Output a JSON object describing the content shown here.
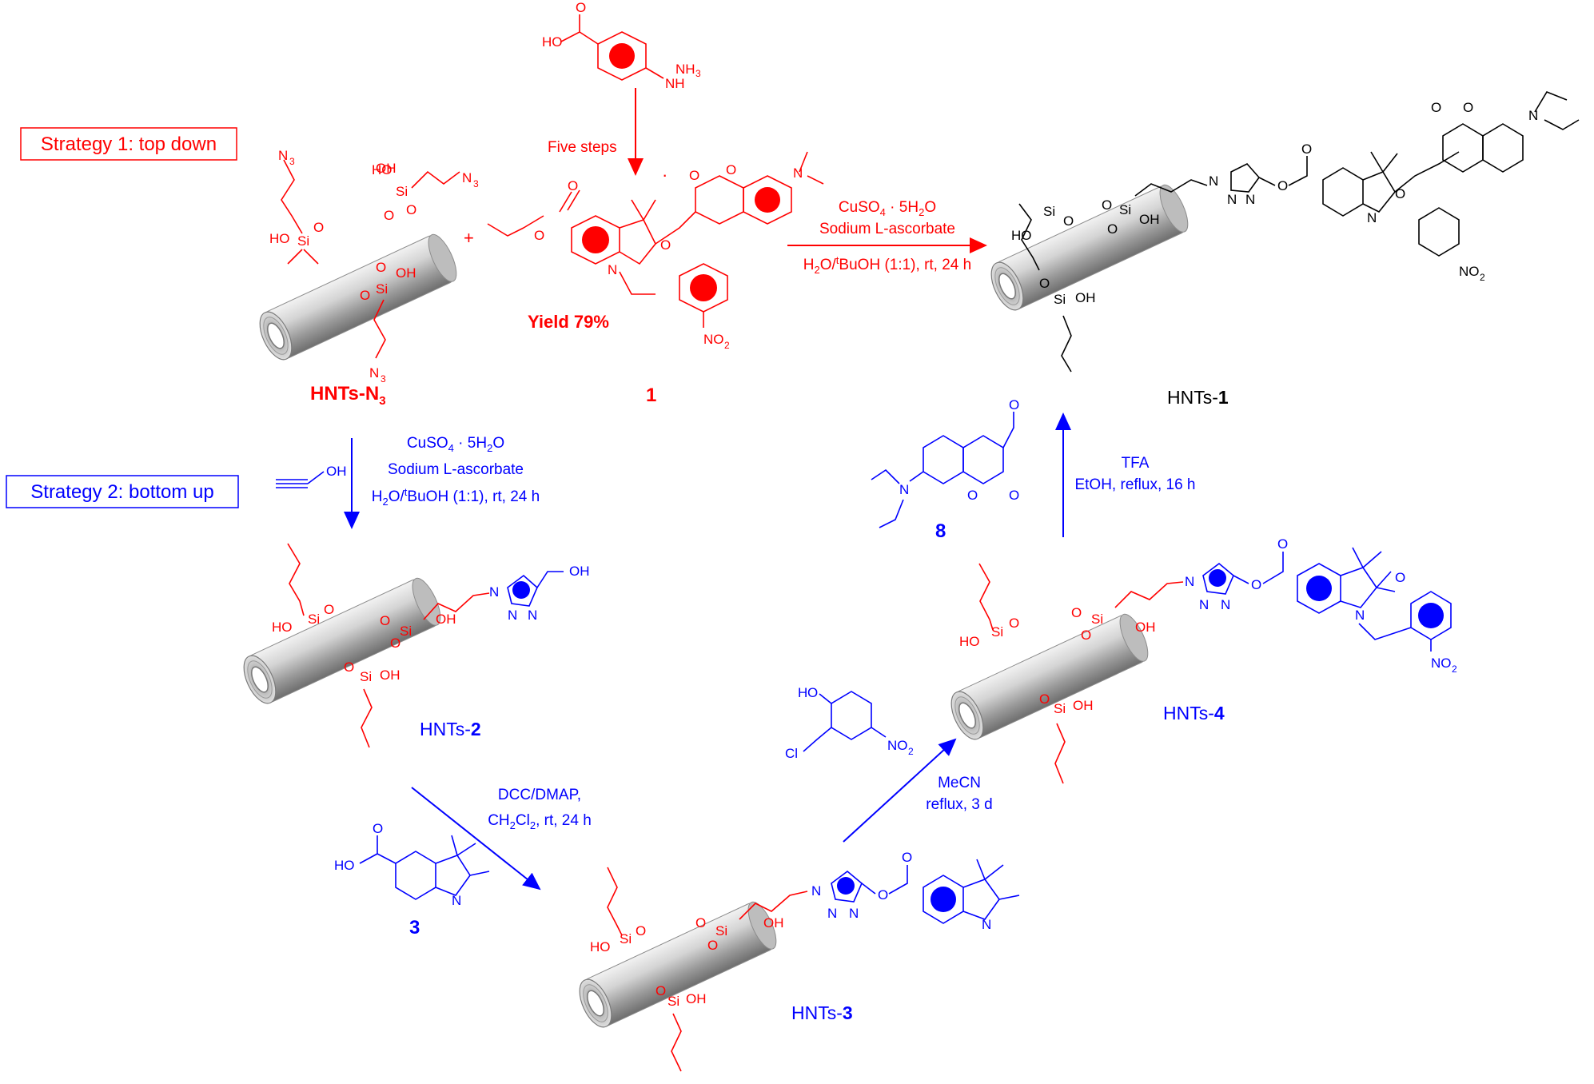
{
  "strategies": {
    "s1": "Strategy 1: top down",
    "s2": "Strategy 2: bottom up"
  },
  "compounds": {
    "hnts_n3": "HNTs-N",
    "hnts_n3_sub": "3",
    "c1": "1",
    "yield": "Yield 79%",
    "hnts1_prefix": "HNTs-",
    "hnts1_num": "1",
    "hnts2_prefix": "HNTs-",
    "hnts2_num": "2",
    "hnts3_prefix": "HNTs-",
    "hnts3_num": "3",
    "hnts4_prefix": "HNTs-",
    "hnts4_num": "4",
    "c3": "3",
    "c8": "8"
  },
  "conditions": {
    "five_steps": "Five steps",
    "s1_cat": "CuSO",
    "s1_cat_sub": "4",
    "s1_cat_rest": " · 5H",
    "s1_cat_sub2": "2",
    "s1_cat_o": "O",
    "s1_asc": "Sodium L-ascorbate",
    "s1_solv": "H",
    "s1_solv_sub": "2",
    "s1_solv_o": "O/",
    "s1_solv_t": "t",
    "s1_solv_rest": "BuOH (1:1), rt, 24 h",
    "s2_cat": "CuSO",
    "s2_cat_sub": "4",
    "s2_cat_rest": " · 5H",
    "s2_cat_sub2": "2",
    "s2_cat_o": "O",
    "s2_asc": "Sodium L-ascorbate",
    "s2_solv": "H",
    "s2_solv_sub": "2",
    "s2_solv_o": "O/",
    "s2_solv_t": "t",
    "s2_solv_rest": "BuOH (1:1), rt, 24 h",
    "dcc": "DCC/DMAP,",
    "dcc_solv": "CH",
    "dcc_solv_sub": "2",
    "dcc_solv_cl": "Cl",
    "dcc_solv_sub2": "2",
    "dcc_solv_rest": ", rt, 24 h",
    "mecn": "MeCN",
    "mecn2": "reflux, 3 d",
    "tfa": "TFA",
    "tfa2": "EtOH, reflux, 16 h"
  },
  "atoms": {
    "N3": "N",
    "N3_sub": "3",
    "HO": "HO",
    "OH": "OH",
    "O": "O",
    "Si": "Si",
    "N": "N",
    "NO2": "NO",
    "NO2_sub": "2",
    "NH": "NH",
    "H": "H",
    "Cl": "Cl",
    "plus": "+",
    "dot": "·"
  },
  "colors": {
    "strategy1": "#ff0000",
    "strategy2": "#0000ff",
    "product": "#000000",
    "tube": "#b8b8b8"
  }
}
